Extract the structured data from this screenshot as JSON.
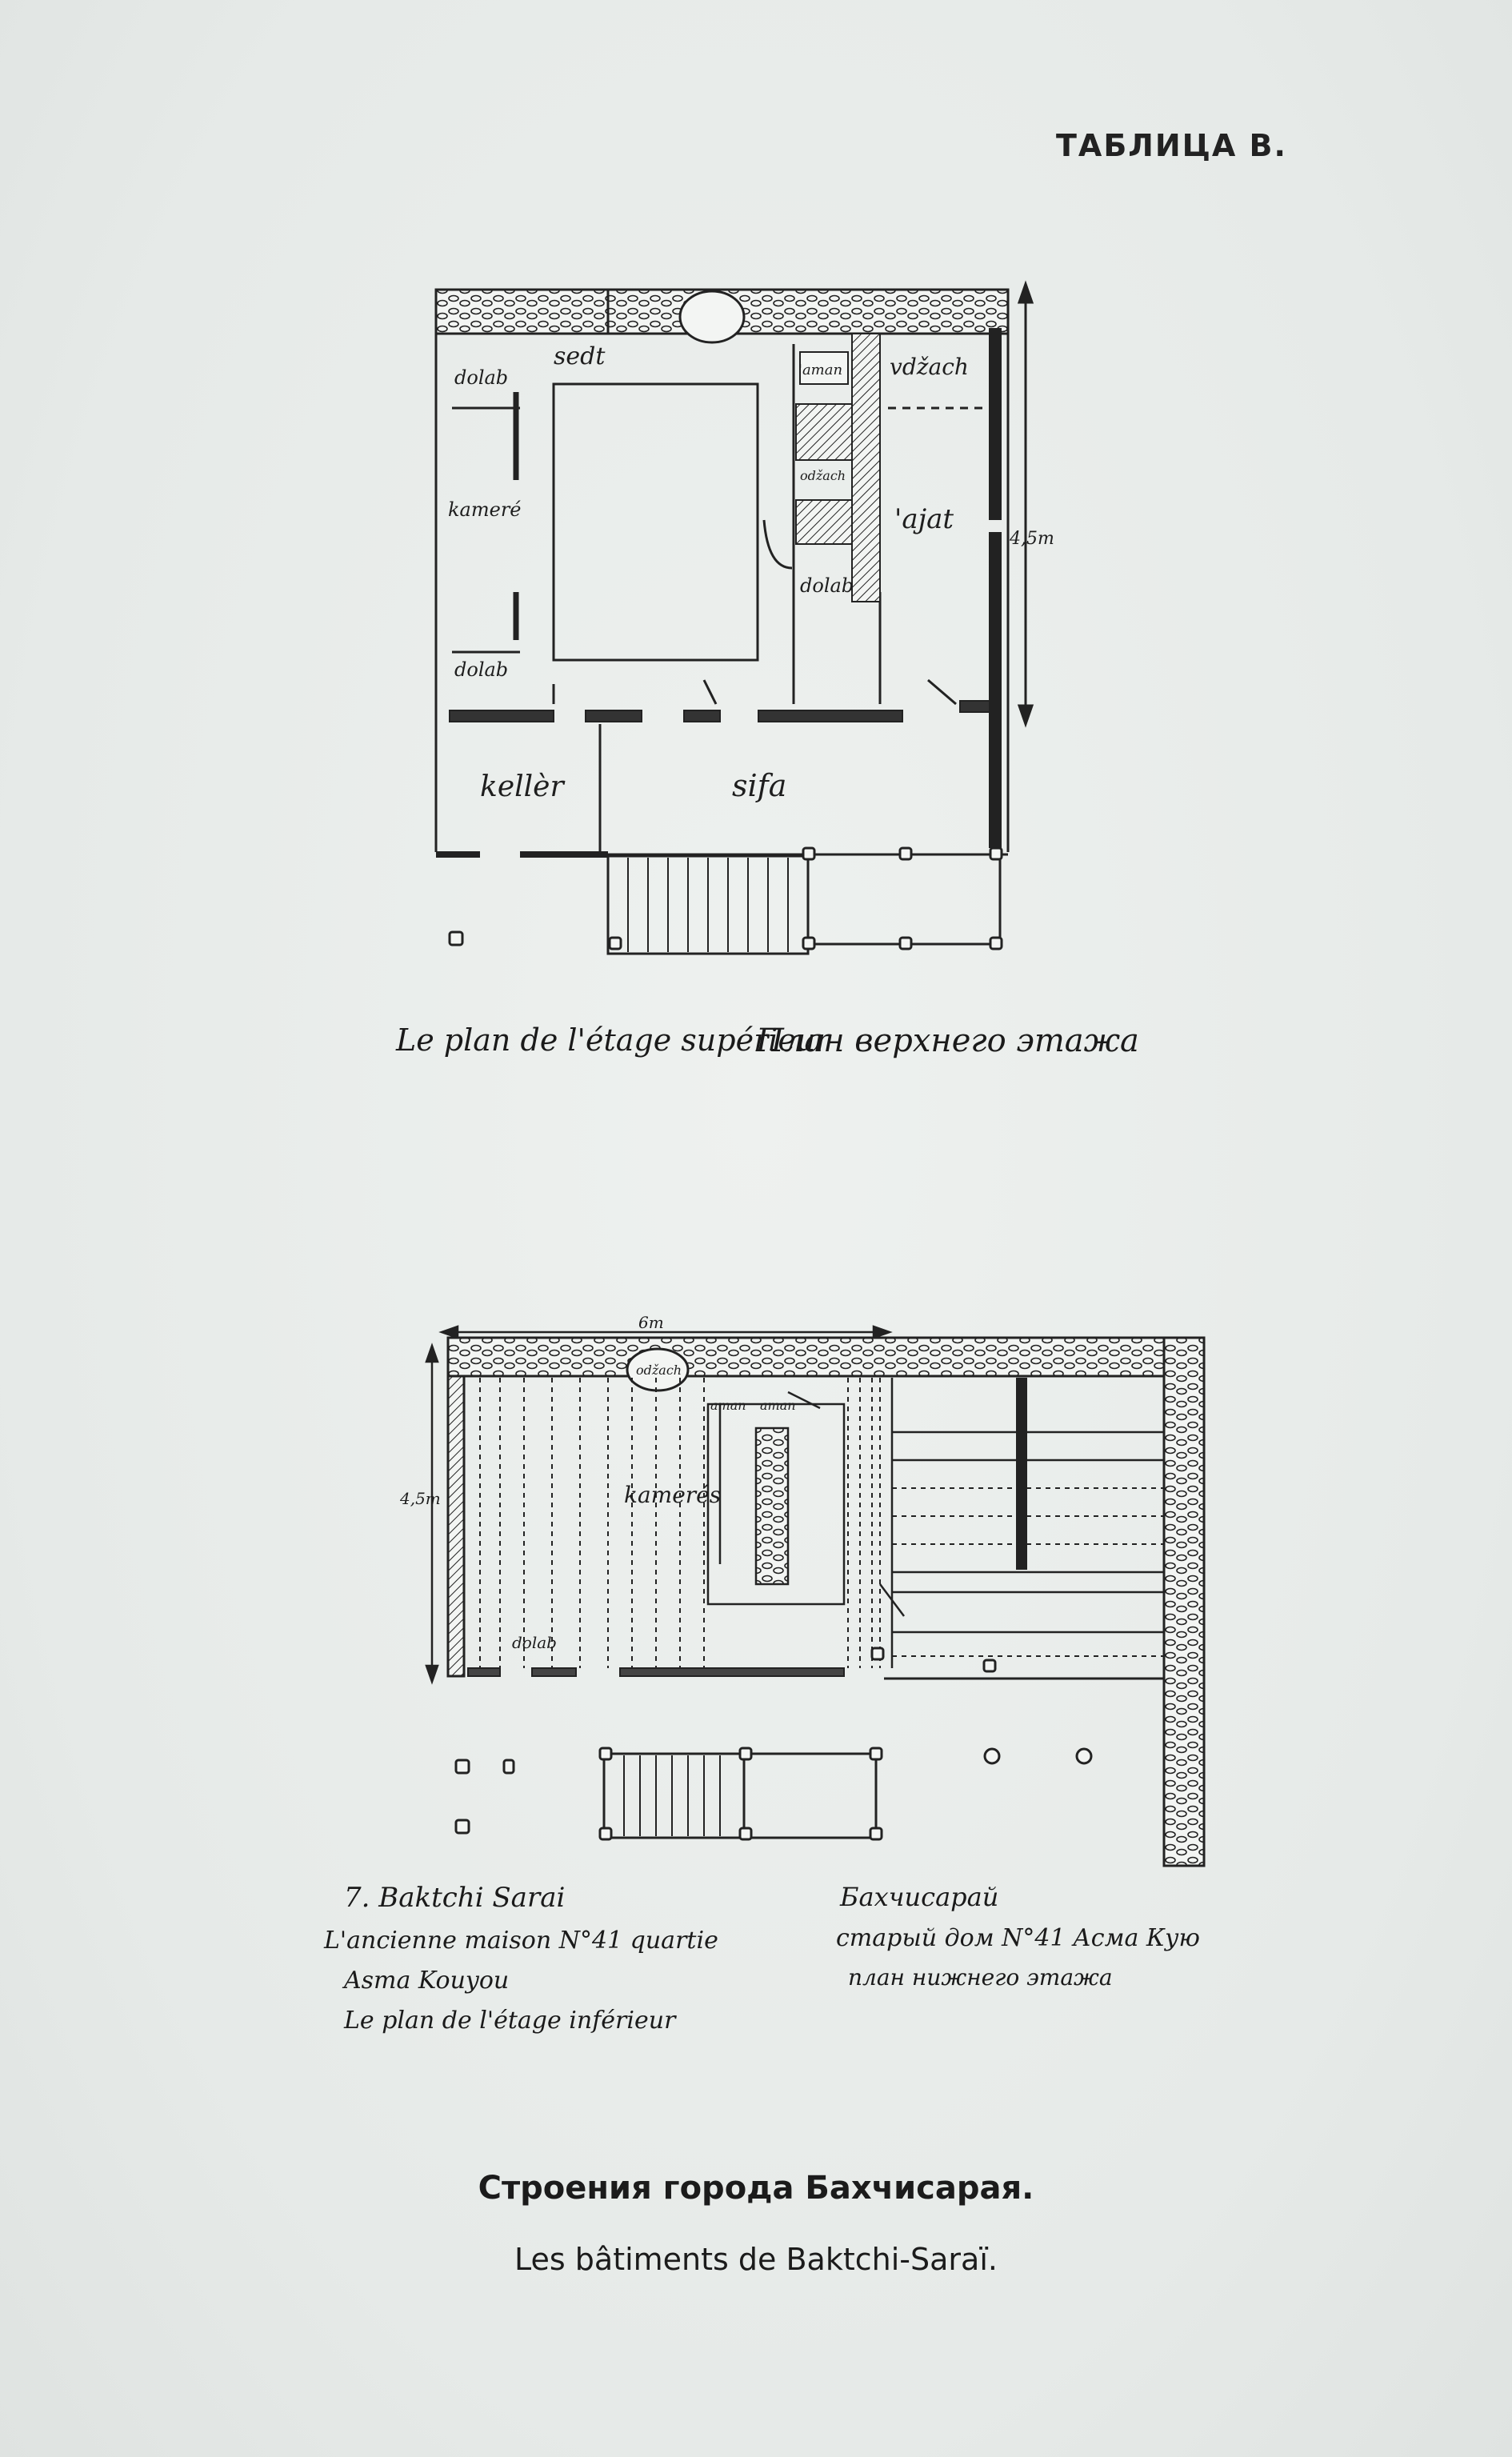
{
  "plate_label": "ТАБЛИЦА В.",
  "upper_plan": {
    "rooms": {
      "sedt": "sedt",
      "aman": "'aman",
      "vdzach": "vdžach",
      "odzach": "odžach",
      "ajat": "'ajat",
      "dolab_top": "dolab",
      "kamere": "kamerе́",
      "dolab_bottom": "dolab",
      "dolab_mid": "dolab",
      "keller": "kellèr",
      "sifa": "sifa"
    },
    "dimension": "4,5m",
    "caption_fr": "Le plan de l'étage supérieur",
    "caption_ru": "План верхнего этажа"
  },
  "lower_plan": {
    "dimension_width": "6m",
    "dimension_height": "4,5m",
    "labels": {
      "odzach": "odžach",
      "aman_small": "aman",
      "aman": "aman",
      "kameres": "kamerés",
      "dolab": "dolab"
    }
  },
  "notes_fr": {
    "line1": "7. Baktchi Sarai",
    "line2": "L'ancienne maison N°41 quartie",
    "line3": "Asma Kouyou",
    "line4": "Le plan de l'étage inférieur"
  },
  "notes_ru": {
    "line1": "Бахчисарай",
    "line2": "старый дом N°41 Асма Кую",
    "line3": "план нижнего этажа"
  },
  "caption_ru": "Строения города Бахчисарая.",
  "caption_fr": "Les bâtiments de Baktchi-Saraï."
}
